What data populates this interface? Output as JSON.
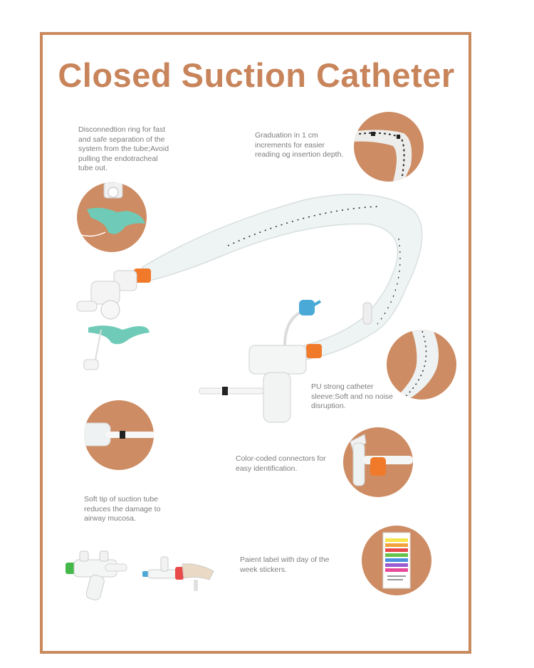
{
  "title": "Closed Suction Catheter",
  "features": {
    "disconnection_ring": "Disconnedtion ring for fast\nand safe separation of the\nsystem from the tube;Avoid\npulling the endotracheal\ntube out.",
    "graduation": "Graduation in 1 cm\nincrements for easier\nreading og insertion depth.",
    "sleeve": "PU strong catheter\nsleeve:Soft and no noise\ndisruption.",
    "connectors": "Color-coded connectors for\neasy identification.",
    "soft_tip": "Soft tip of suction tube\nreduces the damage to\nairway mucosa.",
    "patient_label": "Paient label with day of the\nweek stickers."
  },
  "colors": {
    "accent": "#c8845a",
    "circle": "#cd8c63",
    "frame": "#c98a5e",
    "text": "#7d7d7d",
    "clip_green": "#6fcbb7",
    "connector_orange": "#f07a2a",
    "valve_blue": "#4aa9d6"
  }
}
